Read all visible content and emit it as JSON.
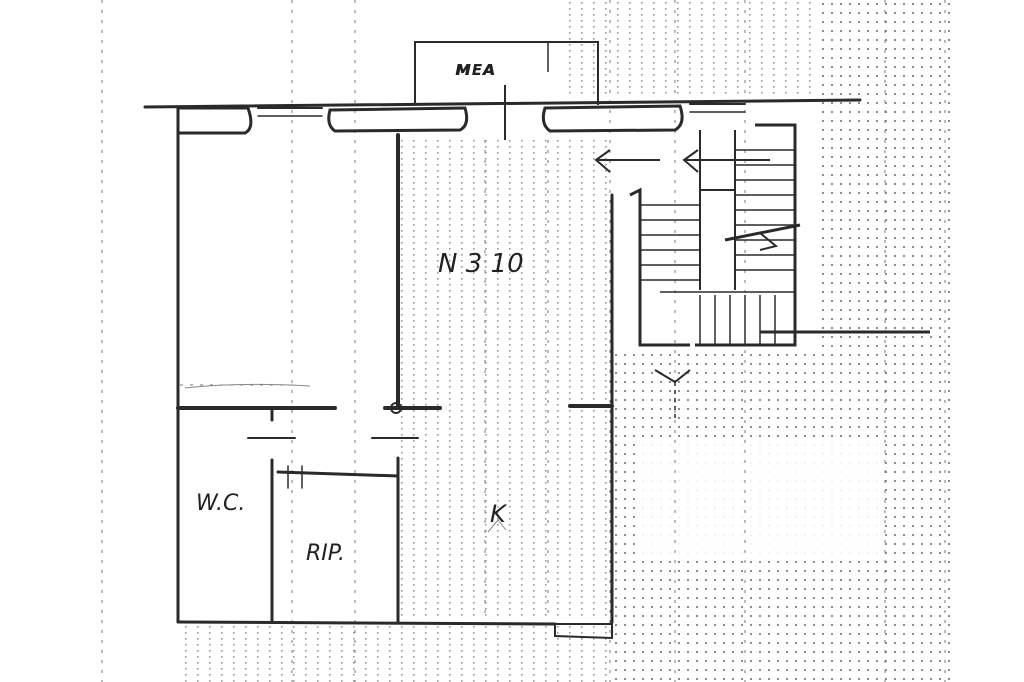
{
  "plan": {
    "labels": {
      "balcony": "ᴍᴇᴀ",
      "main_room": "N 3 10",
      "wc": "W.C.",
      "storage": "RIP.",
      "kitchen": "K"
    },
    "colors": {
      "paper": "#ffffff",
      "ink": "#2a2a2a",
      "grid_dots": "#555555"
    }
  }
}
